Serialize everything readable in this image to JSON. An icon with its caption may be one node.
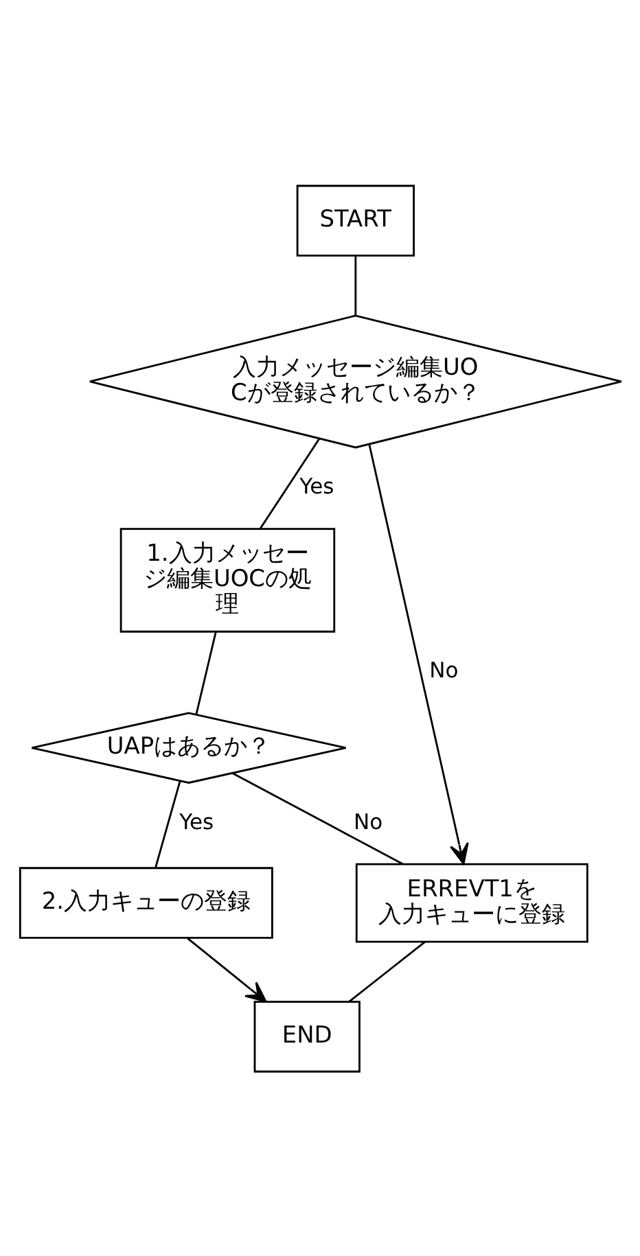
{
  "diagram": {
    "nodes": [
      {
        "text": [
          "START"
        ]
      },
      {
        "text": [
          "入力メッセージ編集UOCが登録されているか？"
        ]
      },
      {
        "text": [
          "1.入力メッセージ編集UOCの処理"
        ]
      },
      {
        "text": [
          "UAPはあるか？"
        ]
      },
      {
        "text": [
          "2.入力キューの登録"
        ]
      },
      {
        "text": [
          "ERREVT1を入力キューに登録"
        ]
      },
      {
        "text": [
          "END"
        ]
      }
    ],
    "edges": [
      {
        "from": 0,
        "to": 1,
        "arrow": "none"
      },
      {
        "from": 1,
        "to": 2,
        "arrow": "none",
        "label": "Yes"
      },
      {
        "from": 1,
        "to": 5,
        "arrow": "to",
        "label": "No"
      },
      {
        "from": 2,
        "to": 3,
        "arrow": "none"
      },
      {
        "from": 3,
        "to": 4,
        "arrow": "none",
        "label": "Yes"
      },
      {
        "from": 3,
        "to": 5,
        "arrow": "none",
        "label": "No"
      },
      {
        "from": 4,
        "to": 6,
        "arrow": "to"
      },
      {
        "from": 5,
        "to": 6,
        "arrow": "none"
      }
    ]
  }
}
